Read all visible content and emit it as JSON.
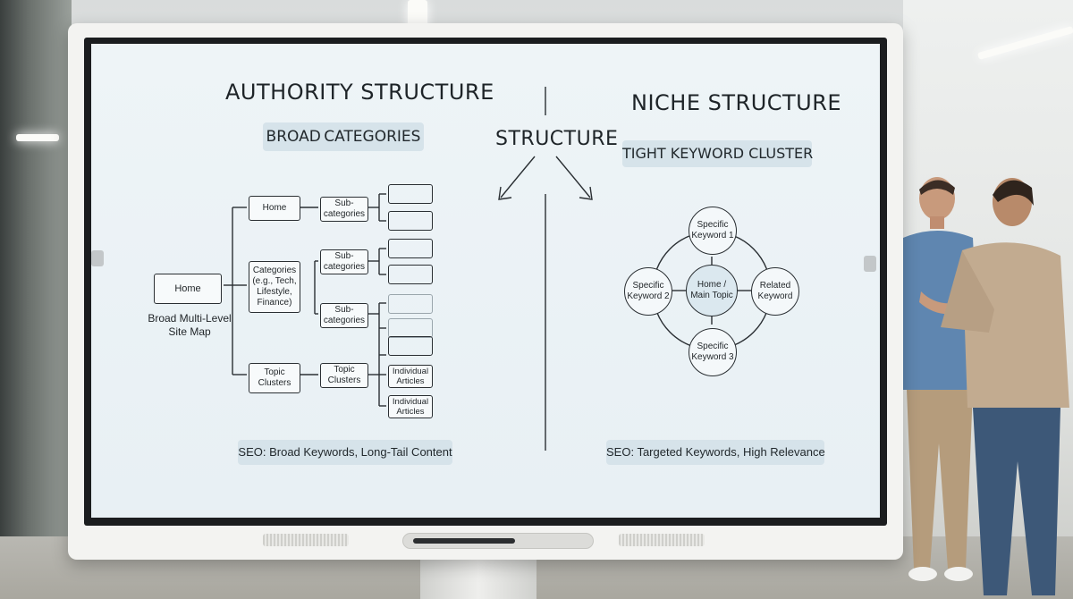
{
  "authority": {
    "title": "AUTHORITY STRUCTURE",
    "subtitle": "BROAD CATEGORIES",
    "root_label": "Home",
    "site_map_caption": "Broad Multi-Level\nSite Map",
    "branches": [
      "Home",
      "Categories\n(e.g., Tech,\nLifestyle,\nFinance)",
      "Topic\nClusters"
    ],
    "subcategories": [
      "Sub-\ncategories",
      "Sub-\ncategories",
      "Sub-\ncategories"
    ],
    "topic_clusters": "Topic\nClusters",
    "articles": [
      "Individual\nArticles",
      "Individual\nArticles"
    ],
    "seo": "SEO: Broad Keywords, Long-Tail Content"
  },
  "center": {
    "label": "STRUCTURE"
  },
  "niche": {
    "title": "NICHE STRUCTURE",
    "subtitle": "TIGHT KEYWORD CLUSTER",
    "nodes": {
      "center": "Home /\nMain Topic",
      "top": "Specific\nKeyword 1",
      "left": "Specific\nKeyword 2",
      "right": "Related\nKeyword",
      "bottom": "Specific\nKeyword 3"
    },
    "seo": "SEO: Targeted Keywords, High Relevance"
  },
  "colors": {
    "screen": "#eef4f7",
    "pill": "#d6e3ea",
    "ink": "#1e2428",
    "shirt_left": "#5f86b0",
    "sweater_right": "#c2ab90"
  },
  "icons": [
    "chevron-left-icon",
    "chevron-right-icon",
    "pen-icon"
  ]
}
